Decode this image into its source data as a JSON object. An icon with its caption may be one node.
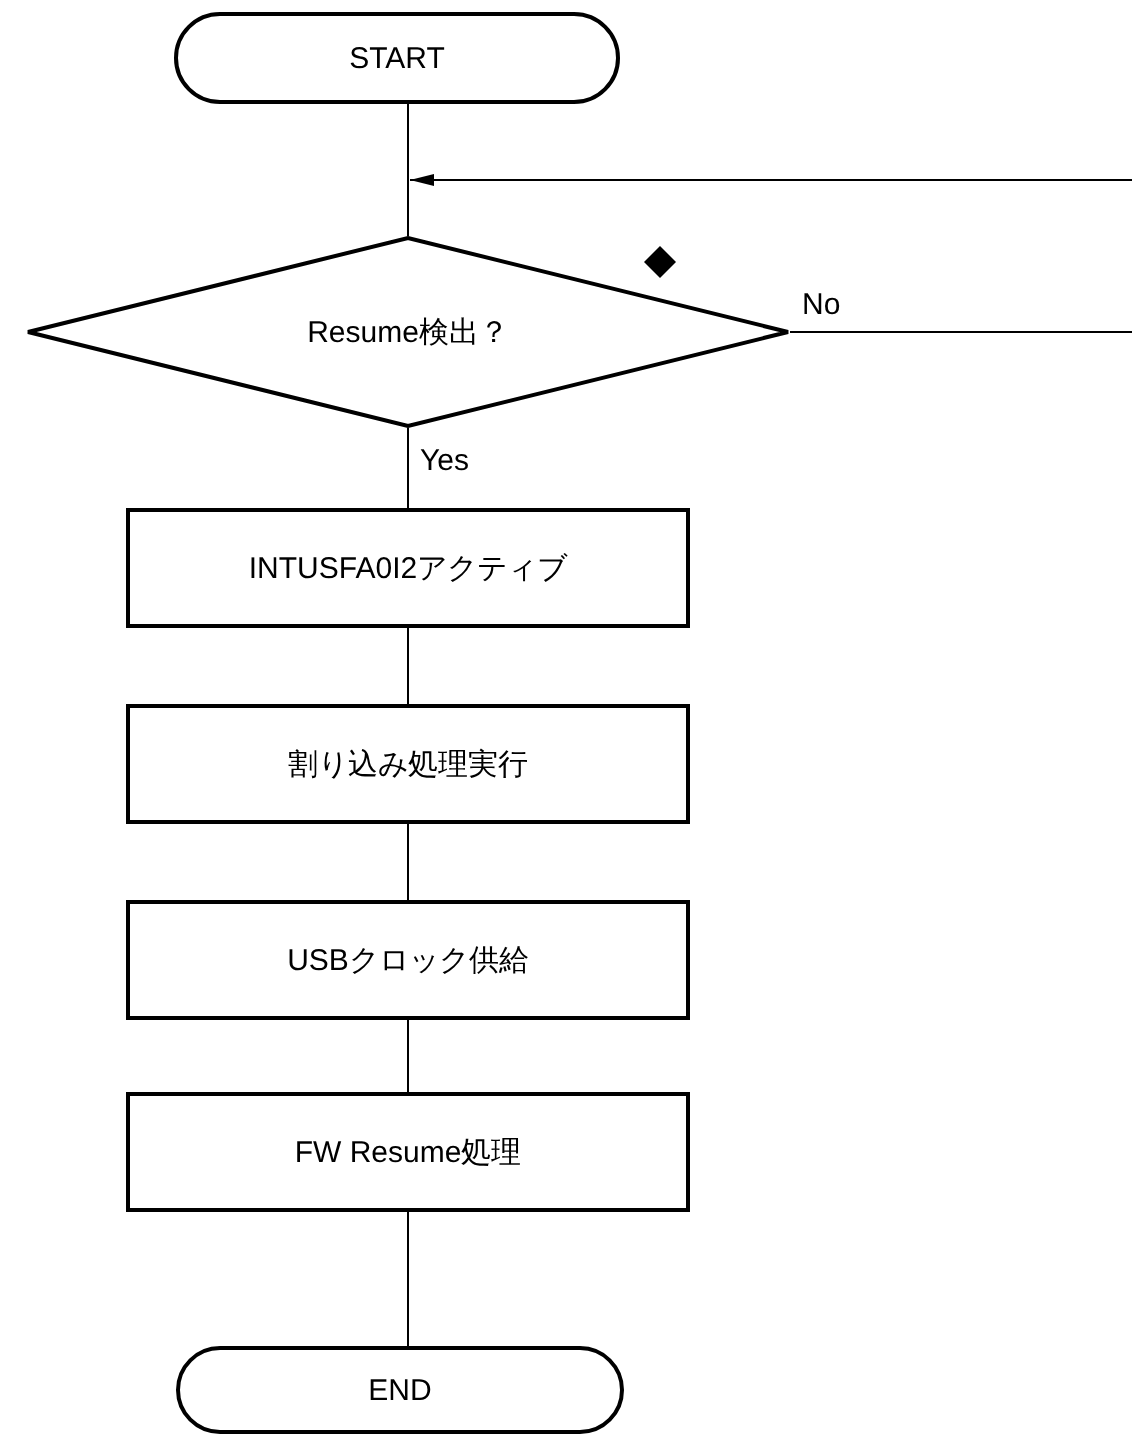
{
  "diagram": {
    "nodes": [
      {
        "text": [
          "START"
        ]
      },
      {
        "text": [
          "Resume検出？"
        ]
      },
      {
        "text": [
          "INTUSFA0I2アクティブ"
        ]
      },
      {
        "text": [
          "割り込み処理実行"
        ]
      },
      {
        "text": [
          "USBクロック供給"
        ]
      },
      {
        "text": [
          "FW Resume処理"
        ]
      },
      {
        "text": [
          "END"
        ]
      }
    ],
    "edges": [
      {
        "from": 0,
        "to": 1,
        "arrow": "none"
      },
      {
        "from": null,
        "to": 1,
        "arrow": "to"
      },
      {
        "from": 1,
        "to": null,
        "arrow": "none",
        "label": "No"
      },
      {
        "from": 1,
        "to": 2,
        "arrow": "none",
        "label": "Yes"
      },
      {
        "from": 2,
        "to": 3,
        "arrow": "none"
      },
      {
        "from": 3,
        "to": 4,
        "arrow": "none"
      },
      {
        "from": 4,
        "to": 5,
        "arrow": "none"
      },
      {
        "from": 5,
        "to": 6,
        "arrow": "none"
      }
    ]
  }
}
